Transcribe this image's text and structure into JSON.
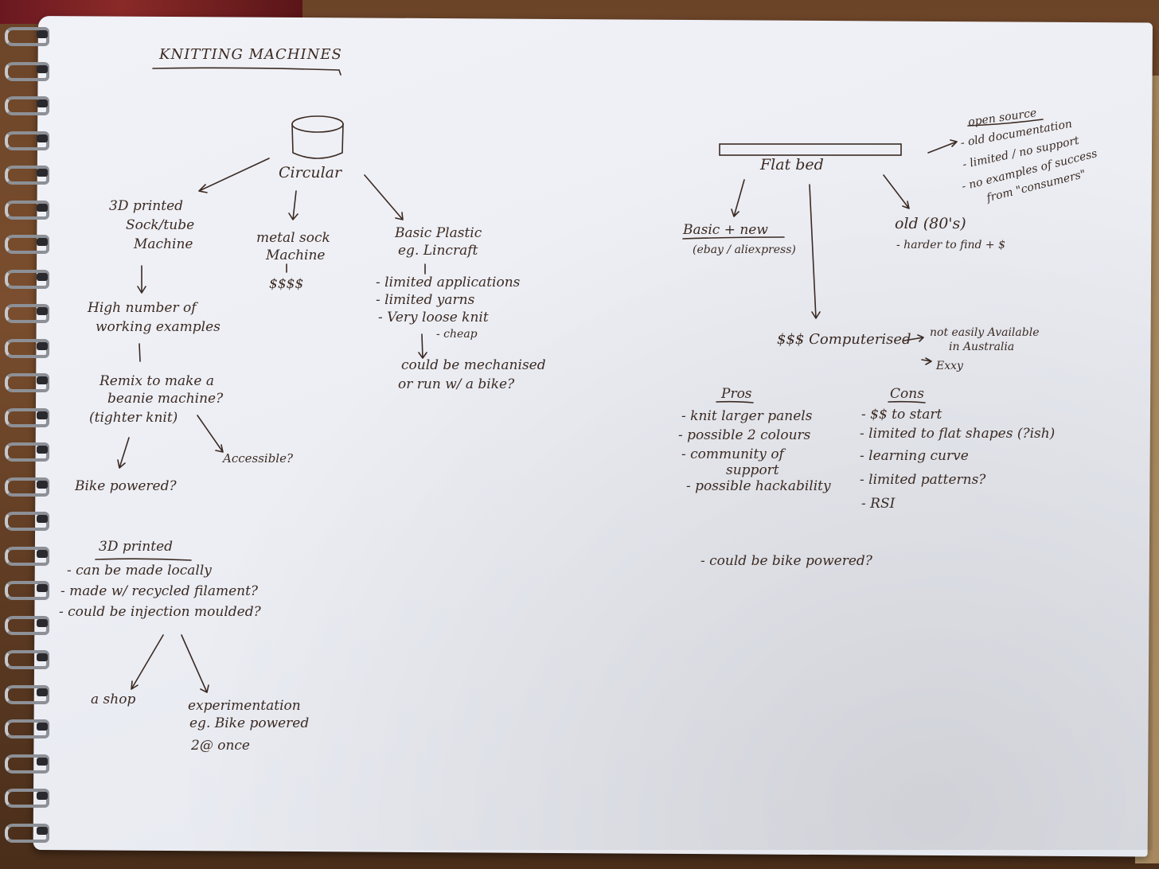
{
  "title": "KNITTING MACHINES",
  "circular": {
    "label": "Circular",
    "sock_tube": [
      "3D printed",
      "Sock/tube",
      "Machine"
    ],
    "sock_tube_high": [
      "High number of",
      "working examples"
    ],
    "remix": [
      "Remix to make a",
      "beanie machine?",
      "(tighter knit)"
    ],
    "bike_powered": "Bike powered?",
    "accessible": "Accessible?",
    "metal_sock": [
      "metal sock",
      "Machine"
    ],
    "metal_sock_price": "$$$$",
    "plastic": [
      "Basic Plastic",
      "eg. Lincraft"
    ],
    "plastic_points": [
      "- limited applications",
      "- limited yarns",
      "- Very loose knit"
    ],
    "plastic_cheap": "- cheap",
    "plastic_next": [
      "could be mechanised",
      "or run w/ a bike?"
    ]
  },
  "printed_3d": {
    "heading": "3D printed",
    "points": [
      "- can be made locally",
      "- made w/ recycled filament?",
      "- could be injection moulded?"
    ],
    "shop": "a shop",
    "experiment": [
      "experimentation",
      "eg. Bike powered",
      "2@ once"
    ]
  },
  "flatbed": {
    "label": "Flat bed",
    "open_source_heading": "open source",
    "open_source_points": [
      "- old documentation",
      "- limited / no support",
      "- no examples of success",
      "from \"consumers\""
    ],
    "basic_new": "Basic + new",
    "basic_new_sub": "(ebay / aliexpress)",
    "old": "old (80's)",
    "old_sub": "- harder to find + $",
    "computerised": "$$$ Computerised",
    "computerised_notes": [
      "not easily Available",
      "in Australia",
      "Exxy"
    ],
    "pros_heading": "Pros",
    "pros": [
      "- knit larger panels",
      "- possible 2 colours",
      "- community of",
      "support",
      "- possible hackability"
    ],
    "cons_heading": "Cons",
    "cons": [
      "- $$ to start",
      "- limited to flat shapes (?ish)",
      "- learning curve",
      "- limited patterns?",
      "- RSI"
    ],
    "bike": "- could be bike powered?"
  }
}
